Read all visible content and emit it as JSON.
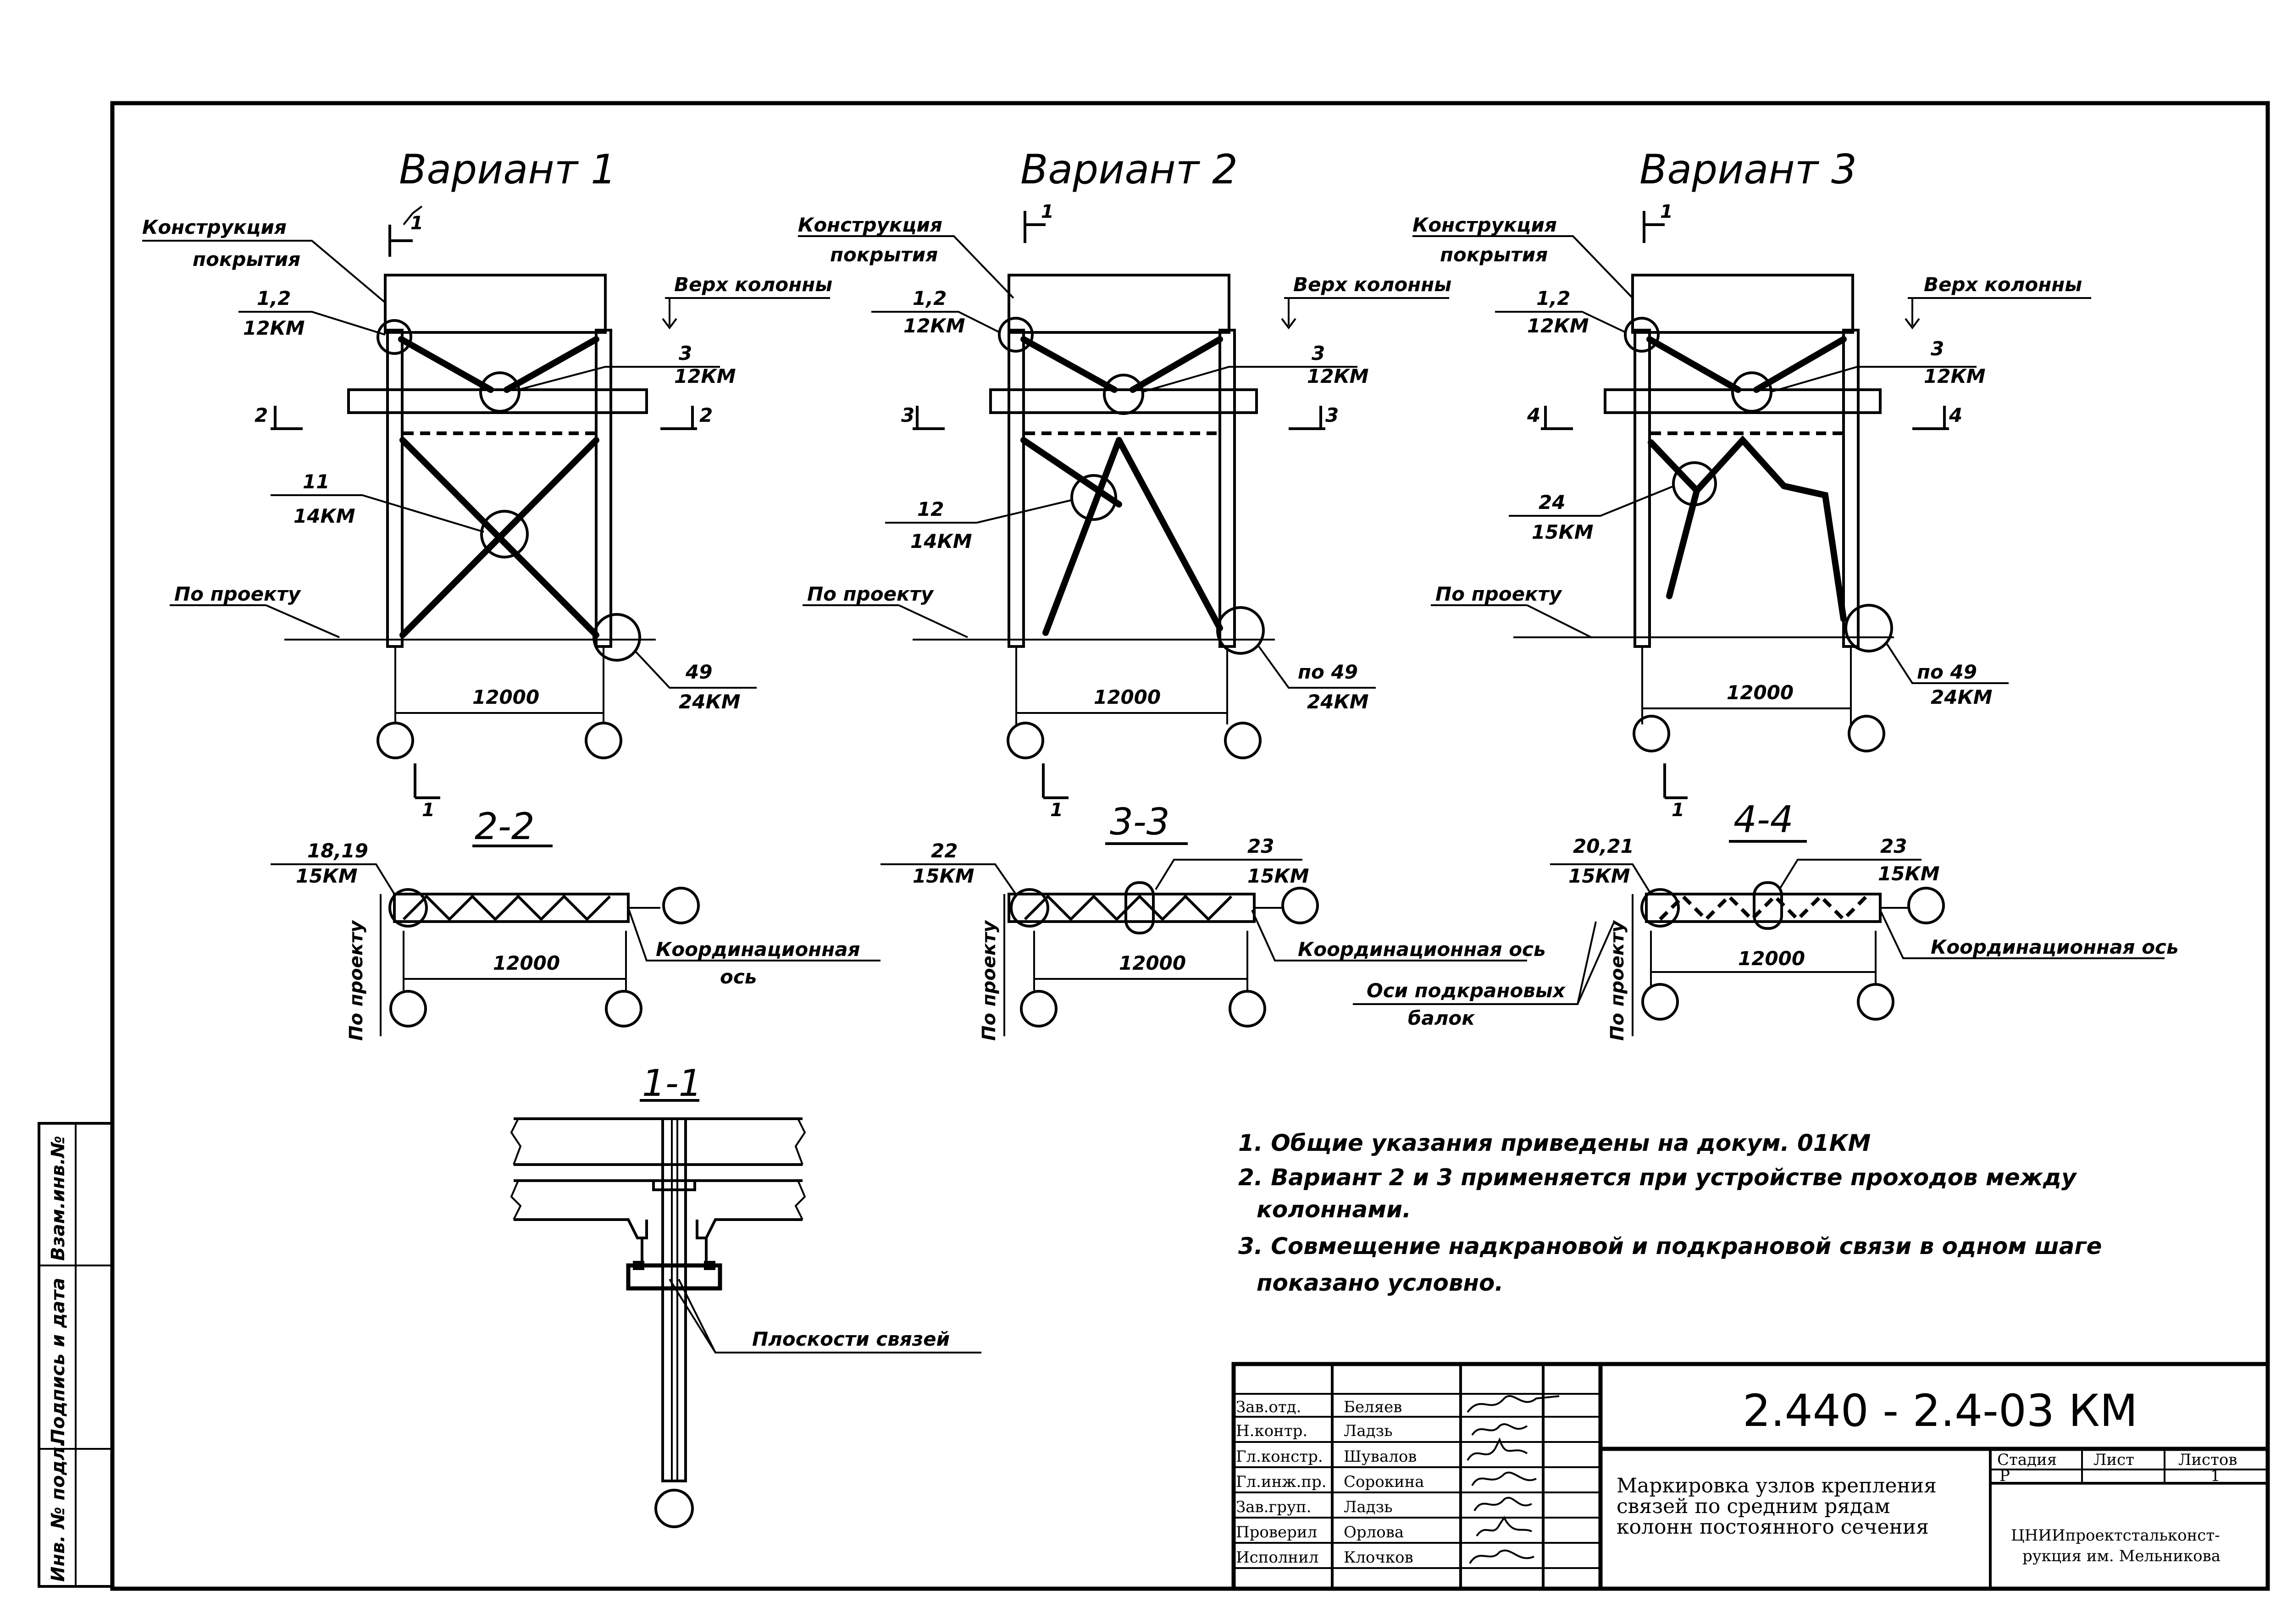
{
  "variants": [
    {
      "title": "Вариант 1",
      "roof_label": [
        "Конструкция",
        "покрытия"
      ],
      "node_top": {
        "num": "1,2",
        "doc": "12КМ"
      },
      "node_mid": {
        "num": "3",
        "doc": "12КМ"
      },
      "node_brace": {
        "num": "11",
        "doc": "14КМ"
      },
      "node_base": {
        "num": "49",
        "doc": "24КМ"
      },
      "top_of_column": "Верх колонны",
      "by_project": "По проекту",
      "span": "12000",
      "section_mark": "2",
      "cut_mark": "1"
    },
    {
      "title": "Вариант 2",
      "roof_label": [
        "Конструкция",
        "покрытия"
      ],
      "node_top": {
        "num": "1,2",
        "doc": "12КМ"
      },
      "node_mid": {
        "num": "3",
        "doc": "12КМ"
      },
      "node_brace": {
        "num": "12",
        "doc": "14КМ"
      },
      "node_base": {
        "num": "по 49",
        "doc": "24КМ"
      },
      "top_of_column": "Верх колонны",
      "by_project": "По проекту",
      "span": "12000",
      "section_mark": "3",
      "cut_mark": "1"
    },
    {
      "title": "Вариант 3",
      "roof_label": [
        "Конструкция",
        "покрытия"
      ],
      "node_top": {
        "num": "1,2",
        "doc": "12КМ"
      },
      "node_mid": {
        "num": "3",
        "doc": "12КМ"
      },
      "node_brace": {
        "num": "24",
        "doc": "15КМ"
      },
      "node_base": {
        "num": "по 49",
        "doc": "24КМ"
      },
      "top_of_column": "Верх колонны",
      "by_project": "По проекту",
      "span": "12000",
      "section_mark": "4",
      "cut_mark": "1"
    }
  ],
  "sections": [
    {
      "title": "2-2",
      "left_node": {
        "num": "18,19",
        "doc": "15КМ"
      },
      "span": "12000",
      "axis_label": [
        "Координационная",
        "ось"
      ],
      "side": "По проекту"
    },
    {
      "title": "3-3",
      "left_node": {
        "num": "22",
        "doc": "15КМ"
      },
      "right_node": {
        "num": "23",
        "doc": "15КМ"
      },
      "span": "12000",
      "axis_label": [
        "Координационная ось"
      ],
      "side": "По проекту"
    },
    {
      "title": "4-4",
      "left_node": {
        "num": "20,21",
        "doc": "15КМ"
      },
      "right_node": {
        "num": "23",
        "doc": "15КМ"
      },
      "span": "12000",
      "axis_label": [
        "Координационная ось"
      ],
      "side": "По проекту",
      "beam_axes": [
        "Оси подкрановых",
        "балок"
      ]
    }
  ],
  "section_1_1": {
    "title": "1-1",
    "label": "Плоскости связей"
  },
  "notes": [
    "1. Общие указания приведены на докум. 01КМ",
    "2. Вариант 2 и 3 применяется при устройстве проходов между",
    "колоннами.",
    "3. Совмещение надкрановой и подкрановой связи в одном шаге",
    "показано условно."
  ],
  "side_stamp": [
    "Инв. № подл.",
    "Подпись и дата",
    "Взам.инв.№"
  ],
  "title_block": {
    "code": "2.440 - 2.4-03 КМ",
    "description": [
      "Маркировка узлов крепления",
      "связей по средним рядам",
      "колонн постоянного сечения"
    ],
    "headers": {
      "stage": "Стадия",
      "sheet": "Лист",
      "sheets": "Листов"
    },
    "values": {
      "stage": "Р",
      "sheet": "",
      "sheets": "1"
    },
    "organization": [
      "ЦНИИпроектстальконст-",
      "рукция им. Мельникова"
    ],
    "signatures": [
      {
        "role": "Зав.отд.",
        "name": "Беляев"
      },
      {
        "role": "Н.контр.",
        "name": "Ладзь"
      },
      {
        "role": "Гл.констр.",
        "name": "Шувалов"
      },
      {
        "role": "Гл.инж.пр.",
        "name": "Сорокина"
      },
      {
        "role": "Зав.груп.",
        "name": "Ладзь"
      },
      {
        "role": "Проверил",
        "name": "Орлова"
      },
      {
        "role": "Исполнил",
        "name": "Клочков"
      }
    ]
  }
}
